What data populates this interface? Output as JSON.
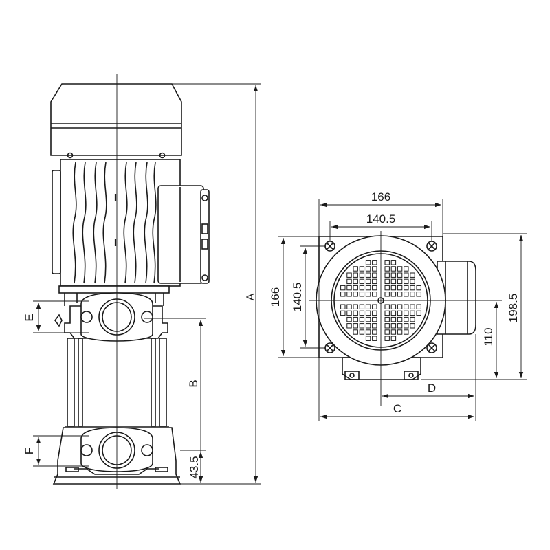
{
  "dimensions": {
    "overall_height": "A",
    "outlet_to_base": "B",
    "base_height": "43.5",
    "outlet_offset": "E",
    "inlet_offset": "F",
    "motor_width": "166",
    "bolt_spacing_width": "140.5",
    "motor_depth": "166",
    "bolt_spacing_depth": "140.5",
    "total_depth": "198.5",
    "center_height": "110",
    "terminal_box_offset": "D",
    "overall_width": "C"
  }
}
